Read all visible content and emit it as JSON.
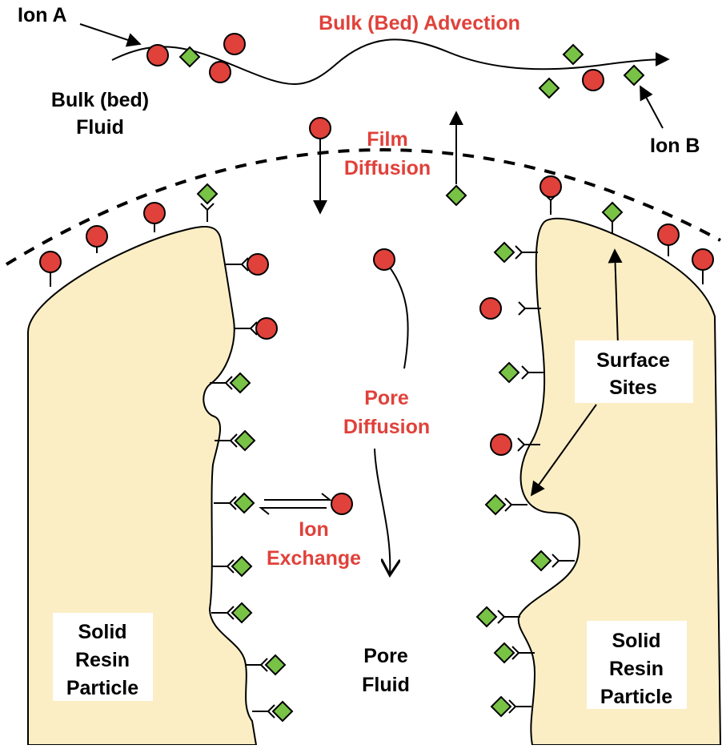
{
  "colors": {
    "ion_a": "#e0413a",
    "ion_b": "#78c246",
    "particle_fill": "#fbeec4",
    "process_label": "#e0413a",
    "text": "#000000"
  },
  "labels": {
    "ion_a": "Ion A",
    "ion_b": "Ion B",
    "bulk_advection": "Bulk (Bed) Advection",
    "bulk_fluid_line1": "Bulk (bed)",
    "bulk_fluid_line2": "Fluid",
    "film_diffusion_line1": "Film",
    "film_diffusion_line2": "Diffusion",
    "pore_diffusion_line1": "Pore",
    "pore_diffusion_line2": "Diffusion",
    "ion_exchange_line1": "Ion",
    "ion_exchange_line2": "Exchange",
    "surface_sites_line1": "Surface",
    "surface_sites_line2": "Sites",
    "pore_fluid_line1": "Pore",
    "pore_fluid_line2": "Fluid",
    "left_particle_line1": "Solid",
    "left_particle_line2": "Resin",
    "left_particle_line3": "Particle",
    "right_particle_line1": "Solid",
    "right_particle_line2": "Resin",
    "right_particle_line3": "Particle"
  },
  "icons": {
    "ion_a_shape": "red-circle",
    "ion_b_shape": "green-diamond",
    "surface_site_shape": "y-fork"
  }
}
